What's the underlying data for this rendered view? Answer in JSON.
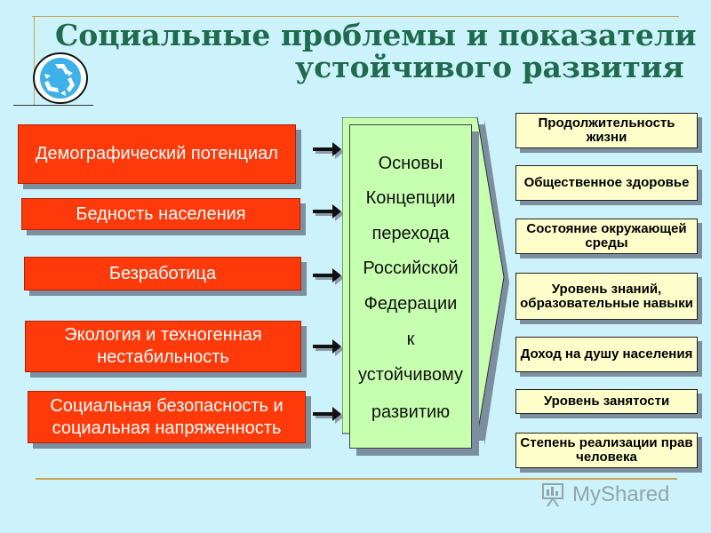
{
  "title": {
    "line1": "Социальные проблемы и показатели",
    "line2": "устойчивого развития"
  },
  "problems": [
    "Демографический потенциал",
    "Бедность населения",
    "Безработица",
    "Экология и техногенная нестабильность",
    "Социальная безопасность и социальная напряженность"
  ],
  "center": {
    "lines": [
      "Основы",
      "Концепции",
      "перехода",
      "Российской",
      "Федерации",
      "к",
      "устойчивому",
      "развитию"
    ]
  },
  "indicators": [
    "Продолжительность жизни",
    "Общественное здоровье",
    "Состояние окружающей среды",
    "Уровень знаний, образовательные навыки",
    "Доход на душу населения",
    "Уровень занятости",
    "Степень реализации прав человека"
  ],
  "watermark": "MyShared",
  "icons": {
    "logo": "recycle-icon",
    "arrow": "right-arrow-icon"
  },
  "colors": {
    "problem_box": "#ff3a0a",
    "indicator_box": "#ffffcc",
    "center_box": "#c7ffb0",
    "title": "#1f6b4d"
  }
}
